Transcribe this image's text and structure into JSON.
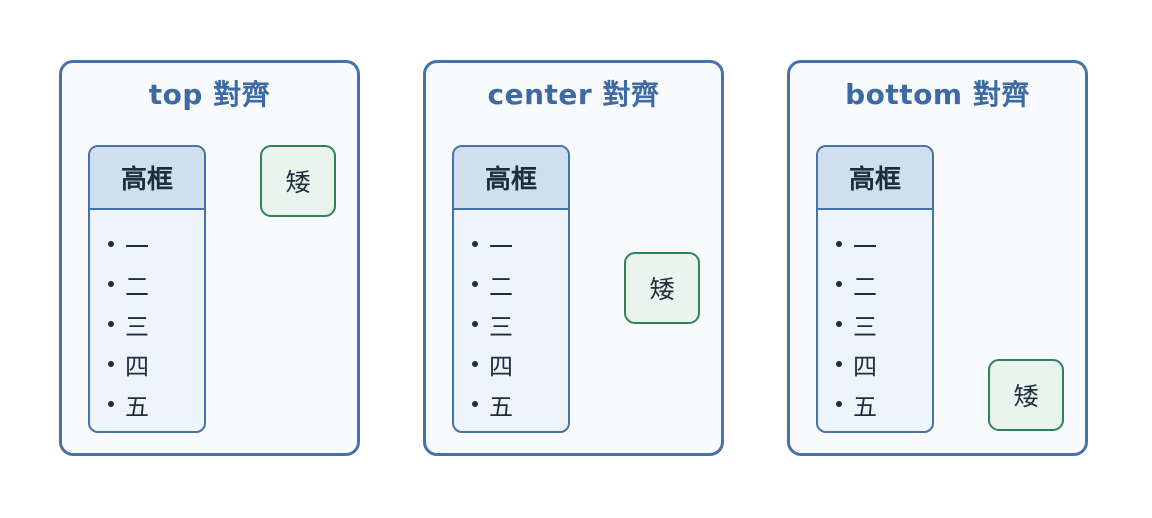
{
  "panels": [
    {
      "title": "top 對齊",
      "tall_box": {
        "header": "高框",
        "items": [
          "一",
          "二",
          "三",
          "四",
          "五"
        ]
      },
      "short_box": {
        "label": "矮"
      },
      "alignment": "top"
    },
    {
      "title": "center 對齊",
      "tall_box": {
        "header": "高框",
        "items": [
          "一",
          "二",
          "三",
          "四",
          "五"
        ]
      },
      "short_box": {
        "label": "矮"
      },
      "alignment": "center"
    },
    {
      "title": "bottom 對齊",
      "tall_box": {
        "header": "高框",
        "items": [
          "一",
          "二",
          "三",
          "四",
          "五"
        ]
      },
      "short_box": {
        "label": "矮"
      },
      "alignment": "bottom"
    }
  ],
  "colors": {
    "panel_border": "#4472aa",
    "panel_title": "#3d6aa3",
    "tall_header_bg": "#d0deef",
    "short_border": "#2f8258",
    "short_bg": "#e9f4ee"
  }
}
